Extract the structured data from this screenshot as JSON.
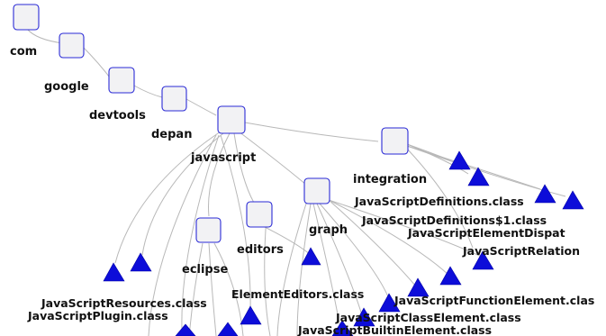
{
  "graph": {
    "packages": {
      "com": "com",
      "google": "google",
      "devtools": "devtools",
      "depan": "depan",
      "javascript": "javascript",
      "integration": "integration",
      "editors": "editors",
      "graph": "graph",
      "eclipse": "eclipse"
    },
    "classes": {
      "js_definitions": "JavaScriptDefinitions.class",
      "js_definitions_1": "JavaScriptDefinitions$1.class",
      "js_element_dispatch": "JavaScriptElementDispat",
      "js_relation": "JavaScriptRelation",
      "js_resources": "JavaScriptResources.class",
      "js_plugin": "JavaScriptPlugin.class",
      "element_editors": "ElementEditors.class",
      "js_function_element": "JavaScriptFunctionElement.clas",
      "js_class_element": "JavaScriptClassElement.class",
      "js_builtin_element": "JavaScriptBuiltinElement.class"
    },
    "colors": {
      "package_fill": "#f2f2f4",
      "package_border": "#2a2ad6",
      "class_triangle": "#0d0dd9",
      "edge": "#b8b8b8"
    },
    "icons": {
      "package": "rounded-square-node-icon",
      "class": "triangle-node-icon"
    }
  }
}
